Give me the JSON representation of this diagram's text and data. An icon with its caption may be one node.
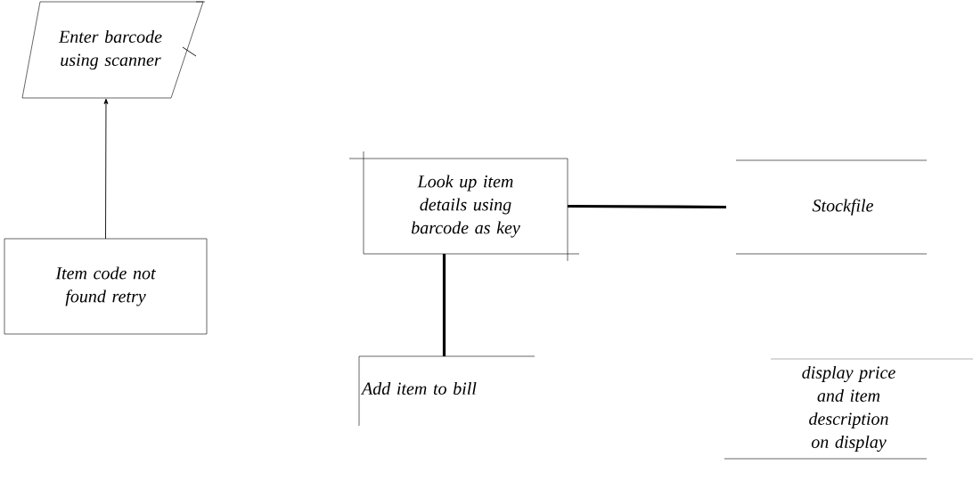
{
  "diagram": {
    "nodes": [
      {
        "text": [
          "Enter barcode using scanner"
        ]
      },
      {
        "text": [
          "Item code not found retry"
        ]
      },
      {
        "text": [
          "Look up item details using barcode as key"
        ]
      },
      {
        "text": [
          "Stockfile"
        ]
      },
      {
        "text": [
          "Add item to bill"
        ]
      },
      {
        "text": [
          "display price and item description on display"
        ]
      }
    ],
    "edges": [
      {
        "from": 1,
        "to": 0,
        "arrow": "to"
      },
      {
        "from": 2,
        "to": 3,
        "arrow": "none",
        "style": "thick"
      },
      {
        "from": 2,
        "to": 4,
        "arrow": "none",
        "style": "thick"
      },
      {
        "from": 0,
        "to": null,
        "arrow": "none"
      }
    ]
  }
}
